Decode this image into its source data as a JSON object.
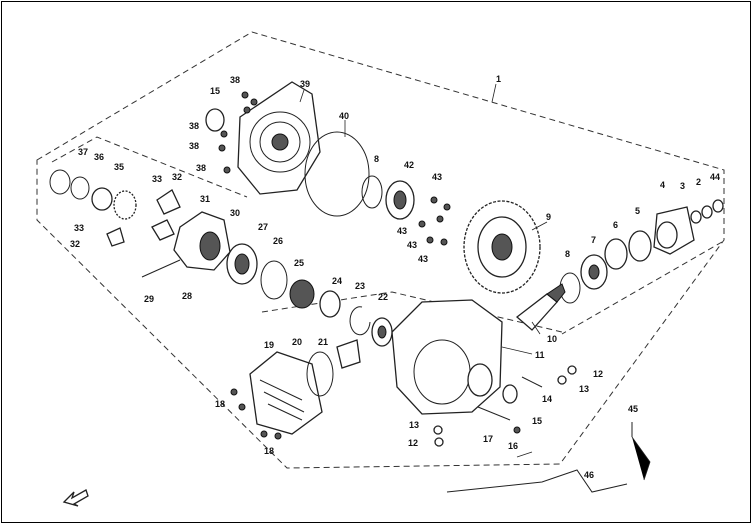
{
  "diagram": {
    "callouts": [
      "1",
      "2",
      "3",
      "4",
      "5",
      "6",
      "7",
      "8",
      "8",
      "9",
      "10",
      "11",
      "12",
      "12",
      "13",
      "13",
      "14",
      "15",
      "15",
      "16",
      "17",
      "18",
      "18",
      "19",
      "20",
      "21",
      "22",
      "23",
      "24",
      "25",
      "26",
      "27",
      "28",
      "29",
      "30",
      "31",
      "32",
      "32",
      "33",
      "33",
      "35",
      "36",
      "37",
      "38",
      "38",
      "38",
      "38",
      "39",
      "40",
      "42",
      "43",
      "43",
      "43",
      "43",
      "44",
      "45",
      "46"
    ]
  }
}
